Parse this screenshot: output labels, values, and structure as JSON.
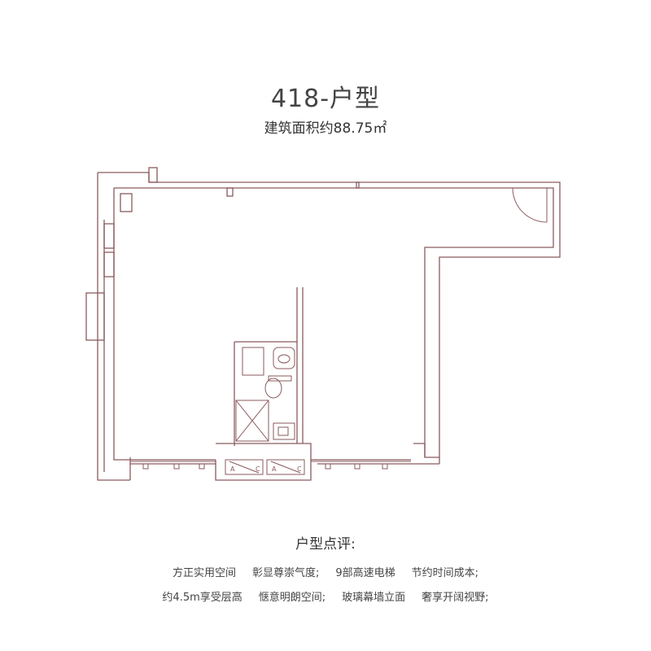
{
  "header": {
    "title": "418-户型",
    "area": "建筑面积约88.75㎡"
  },
  "plan": {
    "wall_color": "#8a5a5e",
    "door_labels": [
      "A",
      "C",
      "A",
      "C"
    ]
  },
  "review": {
    "title": "户型点评:",
    "row1": [
      "方正实用空间",
      "彰显尊崇气度;",
      "9部高速电梯",
      "节约时间成本;"
    ],
    "row2": [
      "约4.5m享受层高",
      "惬意明朗空间;",
      "玻璃幕墙立面",
      "奢享开阔视野;"
    ]
  }
}
